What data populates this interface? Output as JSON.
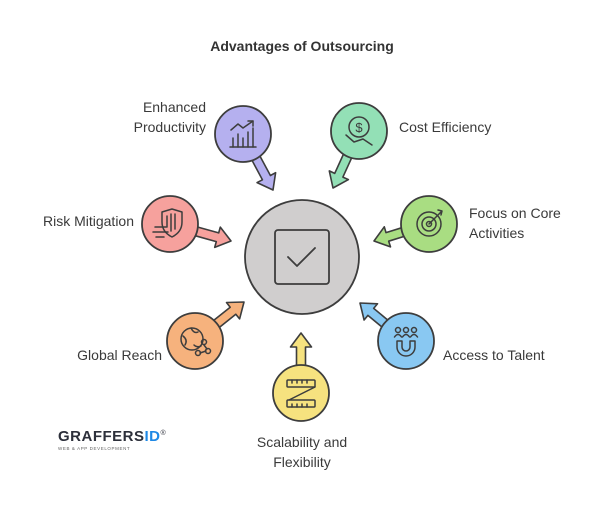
{
  "title": "Advantages of Outsourcing",
  "center": {
    "icon": "checkbox-icon",
    "fill": "#d0cece"
  },
  "items": [
    {
      "lines": [
        "Enhanced",
        "Productivity"
      ],
      "icon": "growth-chart-icon",
      "color": "#b5b0ef"
    },
    {
      "lines": [
        "Cost Efficiency"
      ],
      "icon": "dollar-coin-icon",
      "color": "#93e0b6"
    },
    {
      "lines": [
        "Focus on Core",
        "Activities"
      ],
      "icon": "target-icon",
      "color": "#a9dd82"
    },
    {
      "lines": [
        "Access to Talent"
      ],
      "icon": "magnet-people-icon",
      "color": "#89c8f2"
    },
    {
      "lines": [
        "Scalability and",
        "Flexibility"
      ],
      "icon": "measuring-tape-icon",
      "color": "#f6e27f"
    },
    {
      "lines": [
        "Global Reach"
      ],
      "icon": "globe-network-icon",
      "color": "#f6b27d"
    },
    {
      "lines": [
        "Risk Mitigation"
      ],
      "icon": "shield-wind-icon",
      "color": "#f6a19d"
    }
  ],
  "logo": {
    "name": "GRAFFERS",
    "id": "ID",
    "mark": "®",
    "tagline": "WEB & APP DEVELOPMENT"
  }
}
